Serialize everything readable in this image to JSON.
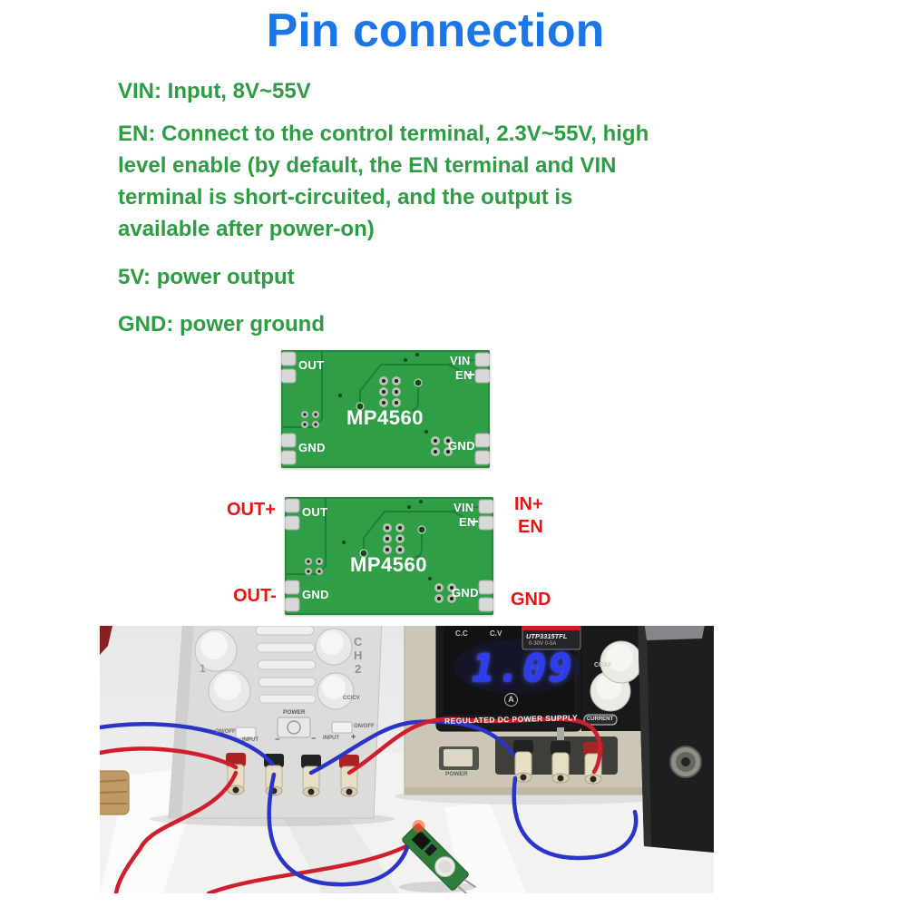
{
  "accent_colors": {
    "title_blue": "#1b76e8",
    "body_green": "#2e9c43",
    "annotation_red": "#e81414",
    "pcb_green": "#2f9e47",
    "display_blue": "#2d3bf5"
  },
  "title": "Pin connection",
  "description": {
    "line_vin": "VIN: Input, 8V~55V",
    "line_en_1": "EN: Connect to the control terminal, 2.3V~55V, high",
    "line_en_2": "level enable (by default, the EN terminal and VIN",
    "line_en_3": "terminal is short-circuited, and the output is",
    "line_en_4": "available after power-on)",
    "line_5v": "5V: power output",
    "line_gnd": "GND: power ground"
  },
  "pcb": {
    "out": "OUT",
    "vin": "VIN",
    "en": "EN",
    "gnd_left": "GND",
    "gnd_right": "GND",
    "chip": "MP4560"
  },
  "annotations": {
    "out_plus": "OUT+",
    "out_minus": "OUT-",
    "in_plus": "IN+",
    "en": "EN",
    "gnd": "GND"
  },
  "photo": {
    "load": {
      "channel": "C\nH\n2",
      "knob_digit": "1",
      "power": "POWER",
      "on_off": "ON/OFF",
      "cccv": "CC/CV",
      "input": "INPUT",
      "plus": "+",
      "minus": "−"
    },
    "psu": {
      "cc": "C.C",
      "cv": "C.V",
      "model": "UTP3315TFL",
      "range": "0-30V  0-5A",
      "reading": "1.09",
      "amp": "A",
      "name": "REGULATED DC POWER SUPPLY",
      "power": "POWER",
      "coarse": "COARSE",
      "current": "CURRENT"
    }
  }
}
